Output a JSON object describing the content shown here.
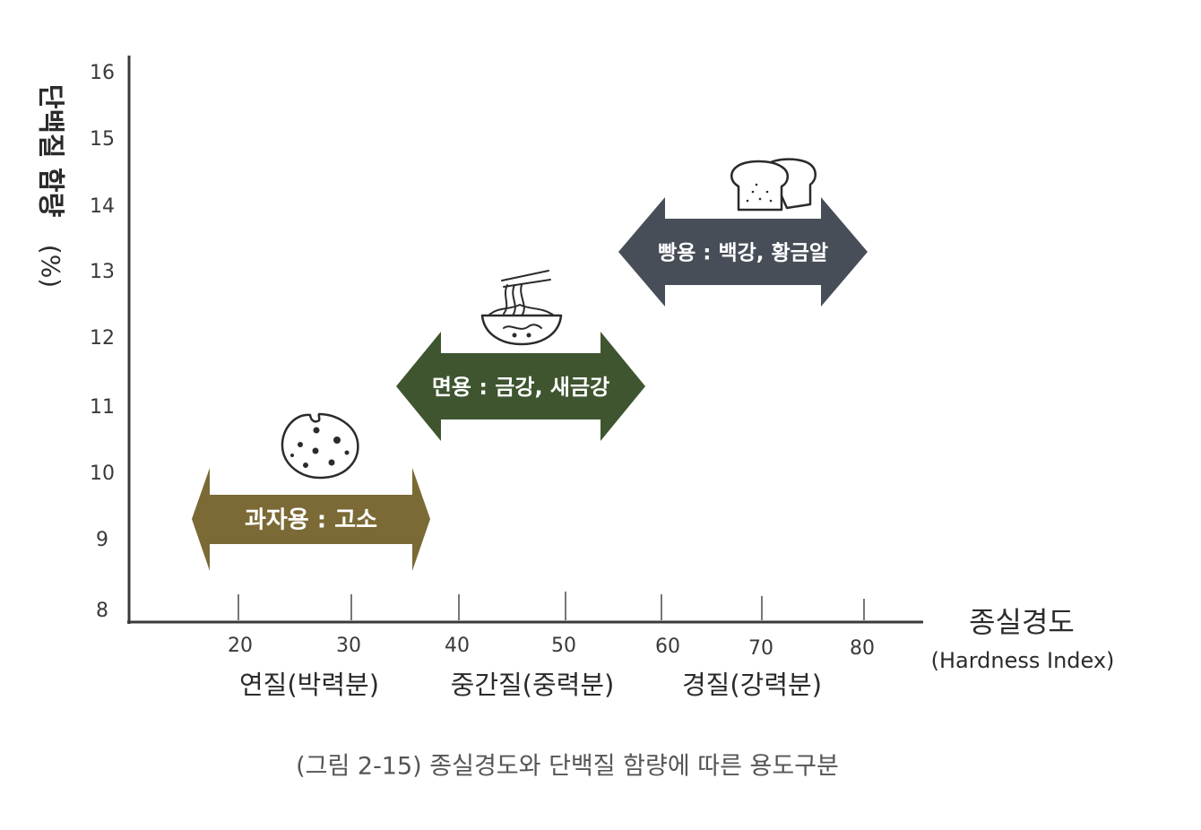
{
  "y_axis": {
    "title_top": "단백질 함량",
    "title_unit": "(%)",
    "ticks": [
      "16",
      "15",
      "14",
      "13",
      "12",
      "11",
      "10",
      "9",
      "8"
    ]
  },
  "x_axis": {
    "title": "종실경도",
    "subtitle": "(Hardness Index)",
    "ticks": [
      "20",
      "30",
      "40",
      "50",
      "60",
      "70",
      "80"
    ]
  },
  "categories": [
    {
      "label": "연질(박력분)"
    },
    {
      "label": "중간질(중력분)"
    },
    {
      "label": "경질(강력분)"
    }
  ],
  "arrows": [
    {
      "label": "과자용 : 고소",
      "color": "#7b6a35",
      "icon": "cookie-icon"
    },
    {
      "label": "면용 : 금강, 새금강",
      "color": "#3e5530",
      "icon": "noodle-bowl-icon"
    },
    {
      "label": "빵용 : 백강, 황금알",
      "color": "#474e58",
      "icon": "bread-icon"
    }
  ],
  "caption": "(그림 2-15) 종실경도와 단백질 함량에 따른 용도구분"
}
